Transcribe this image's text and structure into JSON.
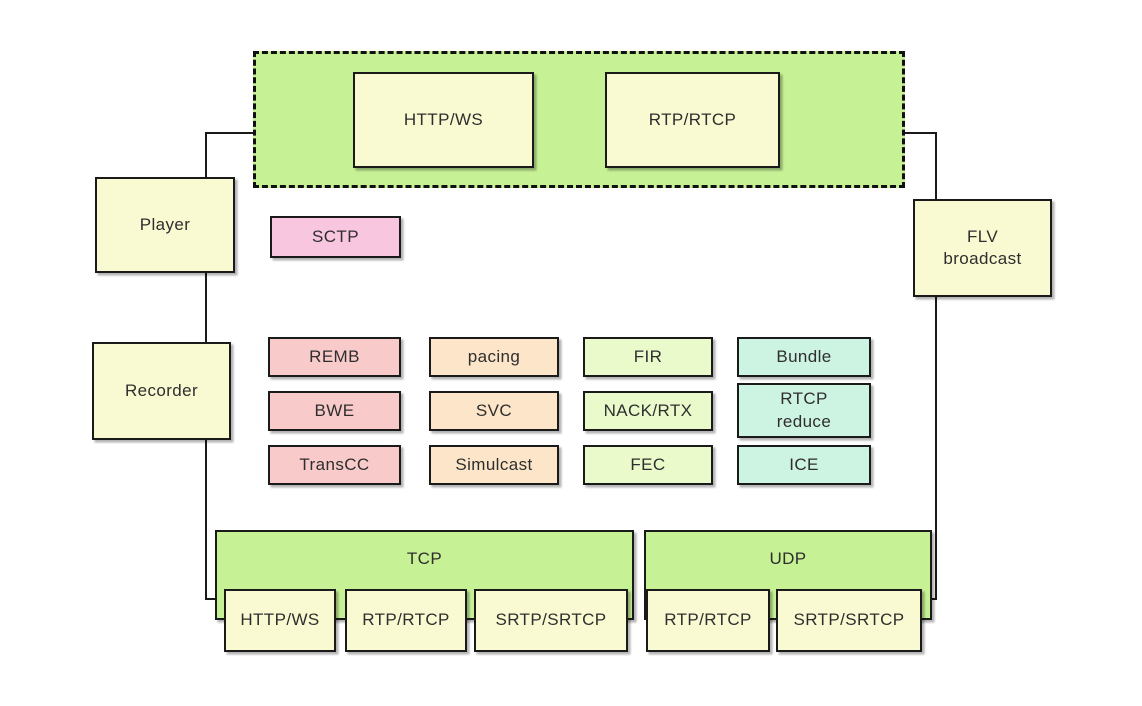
{
  "diagram": {
    "signaling_group": {
      "boxes": [
        "HTTP/WS",
        "RTP/RTCP"
      ]
    },
    "nodes": {
      "player": {
        "label": "Player"
      },
      "recorder": {
        "label": "Recorder"
      },
      "flv_broadcast": {
        "label": "FLV broadcast"
      },
      "sctp": {
        "label": "SCTP"
      }
    },
    "features": {
      "columns": [
        {
          "color": "#f9caca",
          "items": [
            "REMB",
            "BWE",
            "TransCC"
          ]
        },
        {
          "color": "#fce5c8",
          "items": [
            "pacing",
            "SVC",
            "Simulcast"
          ]
        },
        {
          "color": "#eafacb",
          "items": [
            "FIR",
            "NACK/RTX",
            "FEC"
          ]
        },
        {
          "color": "#cdf3e2",
          "items": [
            "Bundle",
            "RTCP reduce",
            "ICE"
          ]
        }
      ]
    },
    "transport": {
      "tcp": {
        "label": "TCP",
        "protocols": [
          "HTTP/WS",
          "RTP/RTCP",
          "SRTP/SRTCP"
        ]
      },
      "udp": {
        "label": "UDP",
        "protocols": [
          "RTP/RTCP",
          "SRTP/SRTCP"
        ]
      }
    },
    "colors": {
      "background": "#ffffff",
      "node_fill": "#fafad2",
      "group_fill": "#c7f195",
      "sctp_fill": "#f9c6e0",
      "border": "#1a1a1a",
      "connector": "#1a1a1a"
    }
  }
}
